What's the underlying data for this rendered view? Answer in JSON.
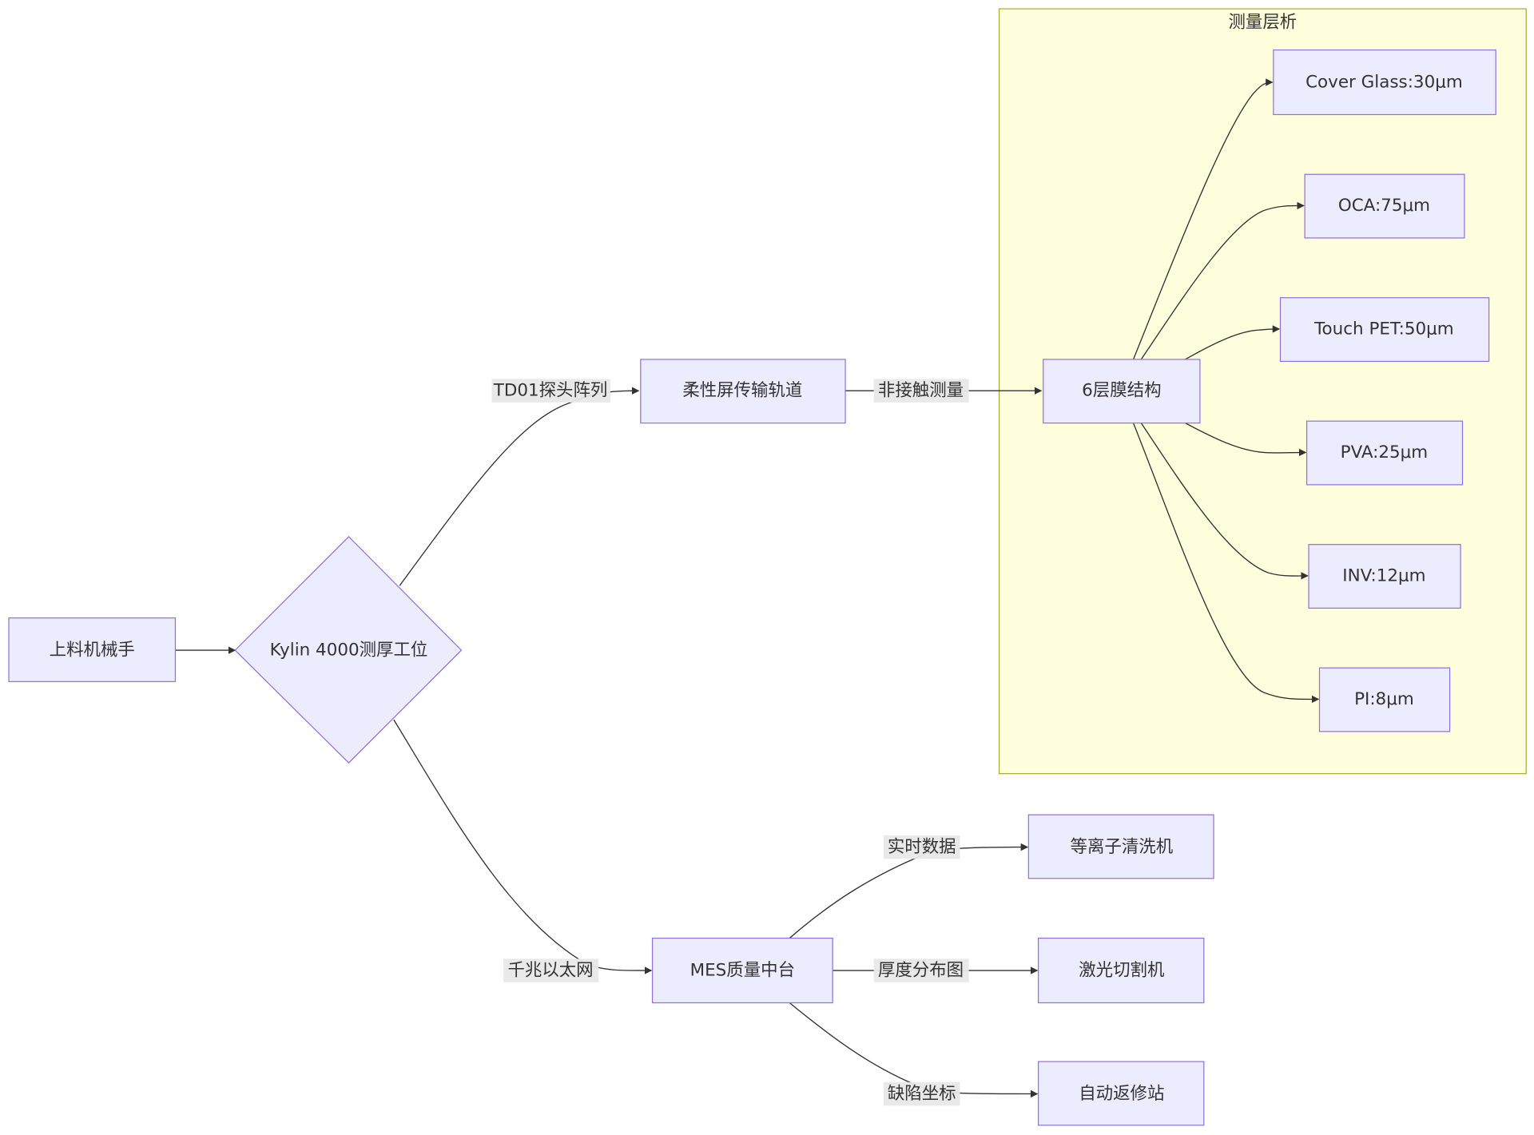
{
  "diagram": {
    "type": "flowchart",
    "direction": "LR",
    "colors": {
      "node_fill": "#ECECFF",
      "node_stroke": "#9370DB",
      "edge": "#333333",
      "edge_label_bg": "#e8e8e8",
      "cluster_fill": "#ffffde",
      "cluster_stroke": "#aaaa33",
      "text": "#333333"
    },
    "cluster": {
      "id": "layers",
      "title": "测量层析"
    },
    "nodes": {
      "robot": {
        "label": "上料机械手",
        "shape": "rect"
      },
      "station": {
        "label": "Kylin 4000测厚工位",
        "shape": "diamond"
      },
      "track": {
        "label": "柔性屏传输轨道",
        "shape": "rect"
      },
      "film": {
        "label": "6层膜结构",
        "shape": "rect"
      },
      "cover": {
        "label": "Cover Glass:30μm",
        "shape": "rect"
      },
      "oca": {
        "label": "OCA:75μm",
        "shape": "rect"
      },
      "pet": {
        "label": "Touch PET:50μm",
        "shape": "rect"
      },
      "pva": {
        "label": "PVA:25μm",
        "shape": "rect"
      },
      "inv": {
        "label": "INV:12μm",
        "shape": "rect"
      },
      "pi": {
        "label": "PI:8μm",
        "shape": "rect"
      },
      "mes": {
        "label": "MES质量中台",
        "shape": "rect"
      },
      "plasma": {
        "label": "等离子清洗机",
        "shape": "rect"
      },
      "laser": {
        "label": "激光切割机",
        "shape": "rect"
      },
      "repair": {
        "label": "自动返修站",
        "shape": "rect"
      }
    },
    "edges": [
      {
        "from": "robot",
        "to": "station",
        "label": ""
      },
      {
        "from": "station",
        "to": "track",
        "label": "TD01探头阵列"
      },
      {
        "from": "station",
        "to": "mes",
        "label": "千兆以太网"
      },
      {
        "from": "track",
        "to": "film",
        "label": "非接触测量"
      },
      {
        "from": "film",
        "to": "cover",
        "label": ""
      },
      {
        "from": "film",
        "to": "oca",
        "label": ""
      },
      {
        "from": "film",
        "to": "pet",
        "label": ""
      },
      {
        "from": "film",
        "to": "pva",
        "label": ""
      },
      {
        "from": "film",
        "to": "inv",
        "label": ""
      },
      {
        "from": "film",
        "to": "pi",
        "label": ""
      },
      {
        "from": "mes",
        "to": "plasma",
        "label": "实时数据"
      },
      {
        "from": "mes",
        "to": "laser",
        "label": "厚度分布图"
      },
      {
        "from": "mes",
        "to": "repair",
        "label": "缺陷坐标"
      }
    ]
  }
}
